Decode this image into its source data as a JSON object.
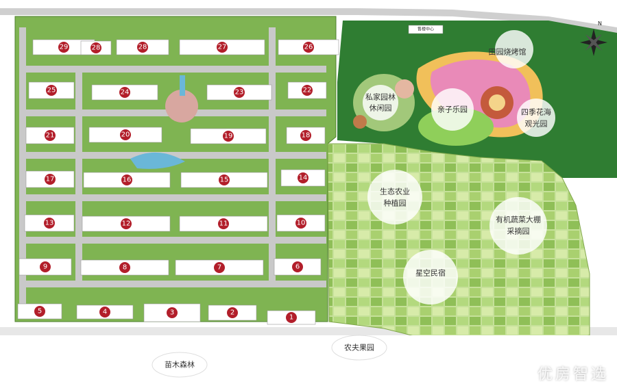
{
  "buildings": [
    {
      "id": "b29",
      "label": "29"
    },
    {
      "id": "b28a",
      "label": "28"
    },
    {
      "id": "b28b",
      "label": "28"
    },
    {
      "id": "b27",
      "label": "27"
    },
    {
      "id": "b26",
      "label": "26"
    },
    {
      "id": "b25",
      "label": "25"
    },
    {
      "id": "b24",
      "label": "24"
    },
    {
      "id": "b23",
      "label": "23"
    },
    {
      "id": "b22",
      "label": "22"
    },
    {
      "id": "b21",
      "label": "21"
    },
    {
      "id": "b20",
      "label": "20"
    },
    {
      "id": "b19",
      "label": "19"
    },
    {
      "id": "b18",
      "label": "18"
    },
    {
      "id": "b17",
      "label": "17"
    },
    {
      "id": "b16",
      "label": "16"
    },
    {
      "id": "b15",
      "label": "15"
    },
    {
      "id": "b14",
      "label": "14"
    },
    {
      "id": "b13",
      "label": "13"
    },
    {
      "id": "b12",
      "label": "12"
    },
    {
      "id": "b11",
      "label": "11"
    },
    {
      "id": "b10",
      "label": "10"
    },
    {
      "id": "b9",
      "label": "9"
    },
    {
      "id": "b8",
      "label": "8"
    },
    {
      "id": "b7",
      "label": "7"
    },
    {
      "id": "b6",
      "label": "6"
    },
    {
      "id": "b5",
      "label": "5"
    },
    {
      "id": "b4",
      "label": "4"
    },
    {
      "id": "b3",
      "label": "3"
    },
    {
      "id": "b2",
      "label": "2"
    },
    {
      "id": "b1",
      "label": "1"
    }
  ],
  "zones": {
    "private_garden": [
      "私家园林",
      "休闲园"
    ],
    "kids_park": "亲子乐园",
    "flower_sea": [
      "四季花海",
      "观光园"
    ],
    "eco_farm": [
      "生态农业",
      "种植园"
    ],
    "veg_greenhouse": [
      "有机蔬菜大棚",
      "采摘园"
    ],
    "starry_bnb": "星空民宿",
    "barbecue": "田园烧烤馆",
    "sales_center": "售楼中心",
    "seedling_forest": "苗木森林",
    "farmer_orchard": "农夫果园"
  },
  "compass": "N",
  "watermark": "优房智选",
  "colors": {
    "building_marker": "#b21e2a",
    "farm_light": "#b8d98a",
    "farm_dark": "#5f9e3a",
    "forest": "#2f7d32",
    "road": "#c9c9c9"
  }
}
